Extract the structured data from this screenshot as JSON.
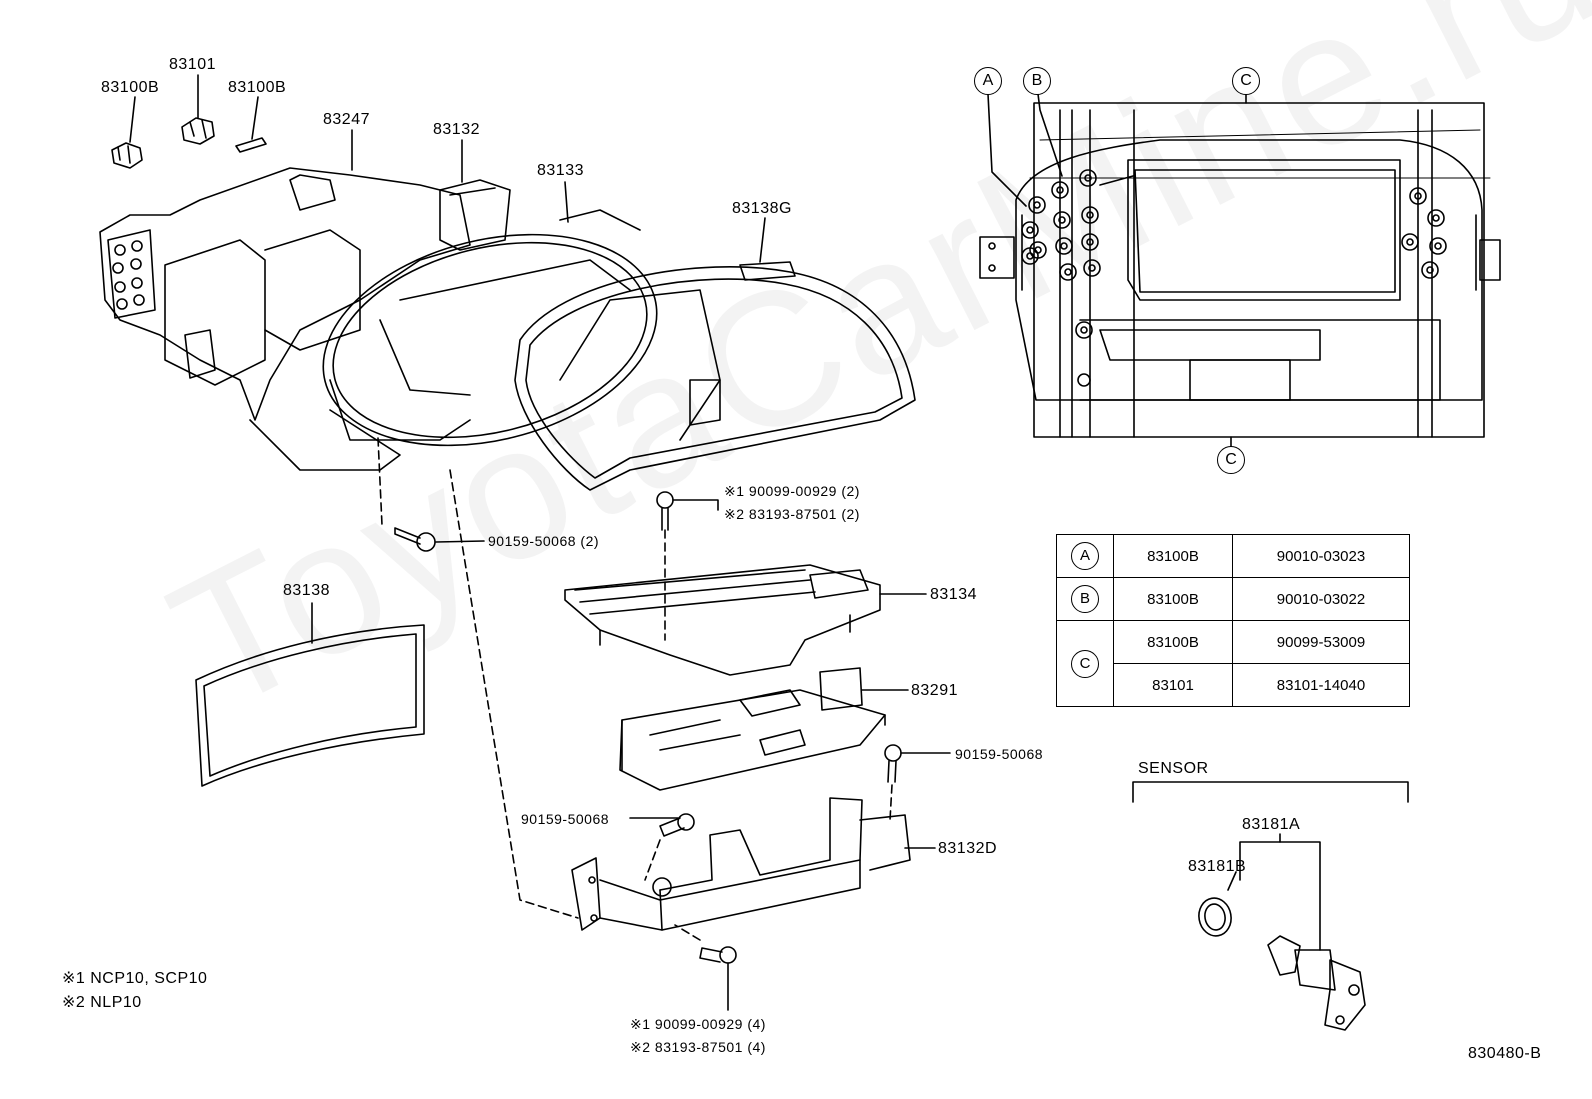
{
  "watermark": "ToyotaCarMine.ru",
  "parts": {
    "p83101": "83101",
    "p83100B_left": "83100B",
    "p83100B_right": "83100B",
    "p83247": "83247",
    "p83132": "83132",
    "p83133": "83133",
    "p83138G": "83138G",
    "p83138": "83138",
    "p83134": "83134",
    "p83291": "83291",
    "p83132D": "83132D"
  },
  "screws": {
    "s_left": "90159-50068 (2)",
    "s_top_note1": "※1  90099-00929 (2)",
    "s_top_note2": "※2  83193-87501 (2)",
    "s_right": "90159-50068",
    "s_mid": "90159-50068",
    "s_bot_note1": "※1  90099-00929 (4)",
    "s_bot_note2": "※2  83193-87501 (4)"
  },
  "notes": {
    "n1": "※1  NCP10, SCP10",
    "n2": "※2  NLP10"
  },
  "inset": {
    "a": "A",
    "b": "B",
    "c_top": "C",
    "c_bottom": "C"
  },
  "ref_table": {
    "rows": [
      {
        "key": "A",
        "part": "83100B",
        "number": "90010-03023"
      },
      {
        "key": "B",
        "part": "83100B",
        "number": "90010-03022"
      },
      {
        "key": "C",
        "part": "83100B",
        "number": "90099-53009"
      },
      {
        "key": "",
        "part": "83101",
        "number": "83101-14040"
      }
    ]
  },
  "sensor": {
    "title": "SENSOR",
    "p83181A": "83181A",
    "p83181B": "83181B"
  },
  "figure_code": "830480-B"
}
